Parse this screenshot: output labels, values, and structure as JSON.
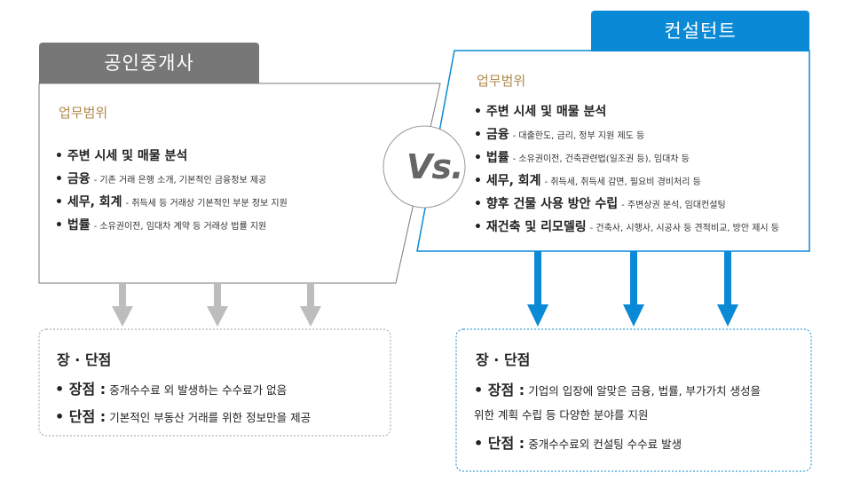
{
  "left": {
    "tab": "공인중개사",
    "scope_title": "업무범위",
    "items": [
      {
        "main": "• 주변 시세 및 매물 분석",
        "sub": ""
      },
      {
        "main": "• 금융",
        "sub": "- 기존 거래 은행 소개, 기본적인 금융정보 제공"
      },
      {
        "main": "• 세무, 회계",
        "sub": "- 취득세 등 거래상 기본적인 부분 정보 지원"
      },
      {
        "main": "• 법률",
        "sub": "- 소유권이전, 임대차 계약 등 거래상 법률 지원"
      }
    ],
    "pros_cons": {
      "title": "장 · 단점",
      "pros_label": "• 장점 :",
      "pros_text": "중개수수료 외 발생하는 수수료가 없음",
      "cons_label": "• 단점 :",
      "cons_text": "기본적인 부동산 거래를 위한 정보만을 제공"
    }
  },
  "vs": "Vs.",
  "right": {
    "tab": "컨설턴트",
    "scope_title": "업무범위",
    "items": [
      {
        "main": "• 주변 시세 및 매물 분석",
        "sub": ""
      },
      {
        "main": "• 금융",
        "sub": "- 대출한도, 금리, 정부 지원 제도 등"
      },
      {
        "main": "• 법률",
        "sub": "- 소유권이전, 건축관련법(일조권 등), 임대차 등"
      },
      {
        "main": "• 세무, 회계",
        "sub": "- 취득세, 취득세 감면, 필요비 경비처리 등"
      },
      {
        "main": "• 향후 건물 사용 방안 수립",
        "sub": "- 주변상권 분석, 임대컨설팅"
      },
      {
        "main": "• 재건축 및 리모델링",
        "sub": "- 건축사, 시행사, 시공사 등 견적비교, 방안 제시 등"
      }
    ],
    "pros_cons": {
      "title": "장 · 단점",
      "pros_label": "• 장점 :",
      "pros_text_1": "기업의 입장에 알맞은 금융, 법률, 부가가치 생성을",
      "pros_text_2": "위한 계획 수립 등 다양한 분야를 지원",
      "cons_label": "• 단점 :",
      "cons_text": "중개수수료외 컨설팅 수수료 발생"
    }
  },
  "colors": {
    "gray_tab": "#777777",
    "blue_tab": "#0a8ad6",
    "scope_title": "#b0894b",
    "gray_arrow": "#bdbdbd",
    "blue_arrow": "#0a8ad6"
  }
}
